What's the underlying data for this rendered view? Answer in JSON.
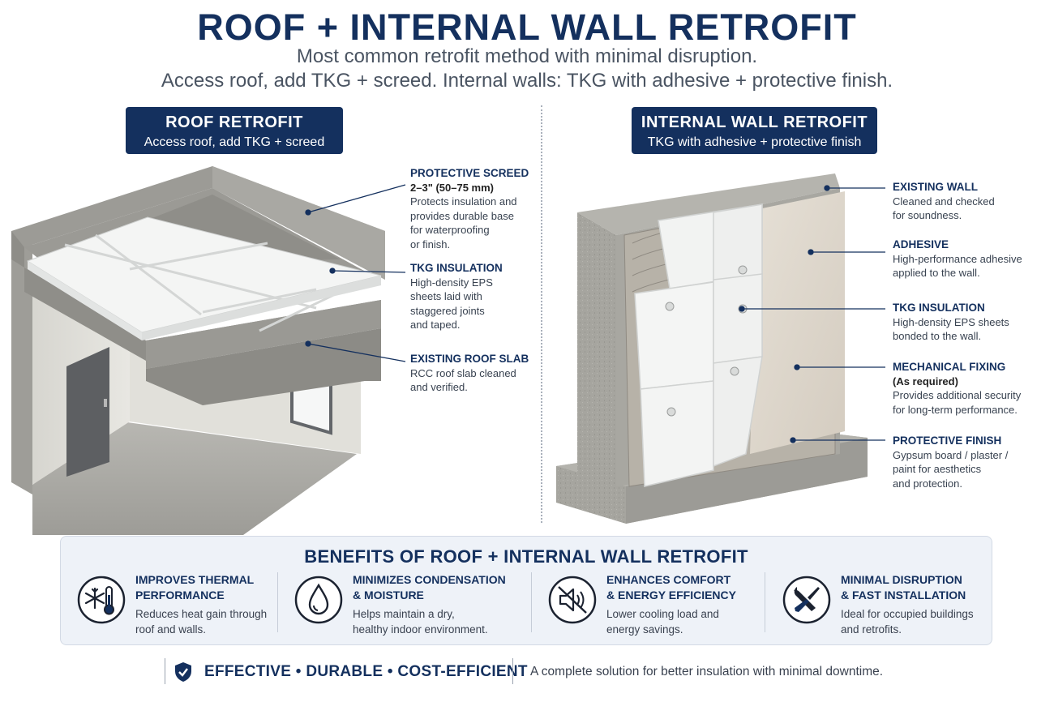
{
  "header": {
    "title": "ROOF + INTERNAL WALL RETROFIT",
    "subtitle_line1": "Most common retrofit method with minimal disruption.",
    "subtitle_line2": "Access roof, add TKG + screed. Internal walls: TKG with adhesive + protective finish."
  },
  "roof_panel": {
    "title": "ROOF RETROFIT",
    "subtitle": "Access roof, add TKG + screed",
    "callouts": [
      {
        "title": "PROTECTIVE SCREED",
        "spec": "2–3\" (50–75 mm)",
        "lines": [
          "Protects insulation and",
          "provides durable base",
          "for waterproofing",
          "or finish."
        ]
      },
      {
        "title": "TKG INSULATION",
        "lines": [
          "High-density EPS",
          "sheets laid with",
          "staggered joints",
          "and taped."
        ]
      },
      {
        "title": "EXISTING ROOF SLAB",
        "lines": [
          "RCC roof slab cleaned",
          "and verified."
        ]
      }
    ]
  },
  "wall_panel": {
    "title": "INTERNAL WALL RETROFIT",
    "subtitle": "TKG with adhesive + protective finish",
    "callouts": [
      {
        "title": "EXISTING WALL",
        "lines": [
          "Cleaned and checked",
          "for soundness."
        ]
      },
      {
        "title": "ADHESIVE",
        "lines": [
          "High-performance adhesive",
          "applied to the wall."
        ]
      },
      {
        "title": "TKG INSULATION",
        "lines": [
          "High-density EPS sheets",
          "bonded to the wall."
        ]
      },
      {
        "title": "MECHANICAL FIXING",
        "spec": "(As required)",
        "lines": [
          "Provides additional security",
          "for long-term performance."
        ]
      },
      {
        "title": "PROTECTIVE FINISH",
        "lines": [
          "Gypsum board / plaster /",
          "paint for aesthetics",
          "and protection."
        ]
      }
    ]
  },
  "benefits": {
    "title": "BENEFITS OF ROOF + INTERNAL WALL RETROFIT",
    "items": [
      {
        "icon": "snowflake-thermometer-icon",
        "title1": "IMPROVES THERMAL",
        "title2": "PERFORMANCE",
        "desc1": "Reduces heat gain through",
        "desc2": "roof and walls."
      },
      {
        "icon": "water-drop-icon",
        "title1": "MINIMIZES CONDENSATION",
        "title2": "& MOISTURE",
        "desc1": "Helps maintain a dry,",
        "desc2": "healthy indoor environment."
      },
      {
        "icon": "muted-speaker-icon",
        "title1": "ENHANCES COMFORT",
        "title2": "& ENERGY EFFICIENCY",
        "desc1": "Lower cooling load and",
        "desc2": "energy savings."
      },
      {
        "icon": "wrench-screwdriver-icon",
        "title1": "MINIMAL DISRUPTION",
        "title2": "& FAST INSTALLATION",
        "desc1": "Ideal for occupied buildings",
        "desc2": "and retrofits."
      }
    ]
  },
  "footer": {
    "tagline_bold": "EFFECTIVE • DURABLE • COST-EFFICIENT",
    "tagline": "A complete solution for better insulation with minimal downtime."
  },
  "colors": {
    "navy": "#14305e",
    "concrete": "#a9a8a2",
    "eps": "#f3f4f3",
    "finish": "#ddd6cc",
    "panel_bg": "#eef2f8"
  }
}
